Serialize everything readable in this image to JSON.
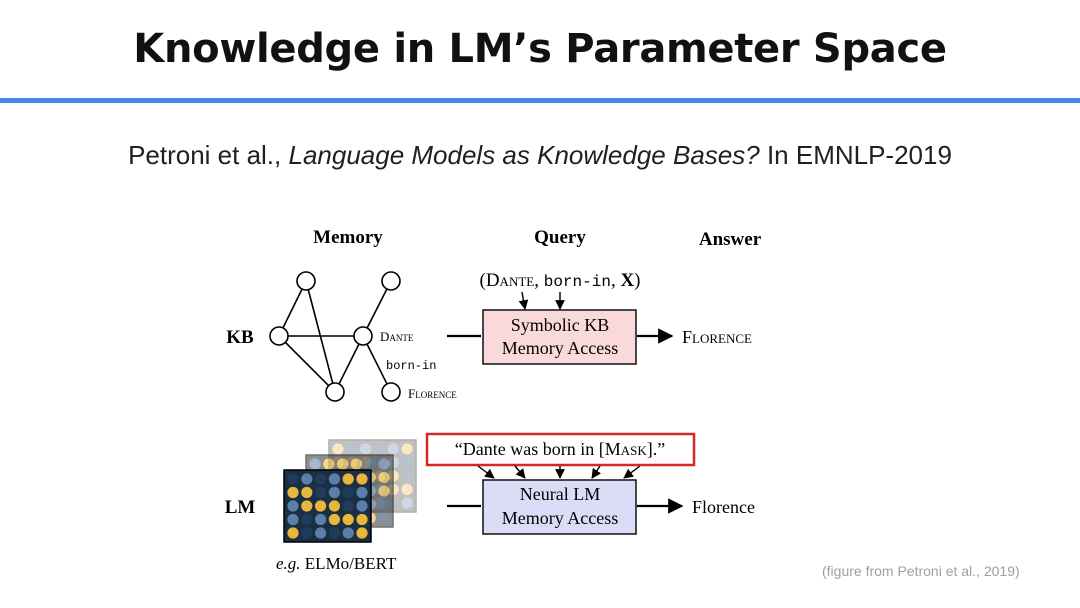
{
  "slide": {
    "title": "Knowledge in LM’s Parameter Space",
    "citation": {
      "authors": "Petroni et al., ",
      "paper_title": "Language Models as Knowledge Bases?",
      "venue": " In EMNLP-2019"
    },
    "credit": "(figure from Petroni et al., 2019)"
  },
  "diagram": {
    "column_headers": {
      "memory": "Memory",
      "query": "Query",
      "answer": "Answer"
    },
    "row_labels": {
      "kb": "KB",
      "lm": "LM"
    },
    "kb_graph": {
      "node_dante": "Dante",
      "edge_born_in": "born-in",
      "node_florence": "Florence"
    },
    "kb_query": {
      "open": "(",
      "subject": "Dante",
      "sep1": ", ",
      "relation": "born-in",
      "sep2": ", ",
      "object": "X",
      "close": ")"
    },
    "kb_box": {
      "line1": "Symbolic KB",
      "line2": "Memory Access",
      "fill": "#f9d9d9"
    },
    "kb_answer": "Florence",
    "lm_query": {
      "pre": "“Dante was born in [",
      "mask": "Mask",
      "post": "].”",
      "border": "#d62728"
    },
    "lm_box": {
      "line1": "Neural LM",
      "line2": "Memory Access",
      "fill": "#dcdcf7"
    },
    "lm_answer": "Florence",
    "lm_models": {
      "eg": "e.g.",
      "names": " ELMo/BERT"
    },
    "colors": {
      "matrix_dark": "#1f3d5a",
      "matrix_gold": "#e8b63a",
      "matrix_blue": "#5b7fa8"
    }
  }
}
